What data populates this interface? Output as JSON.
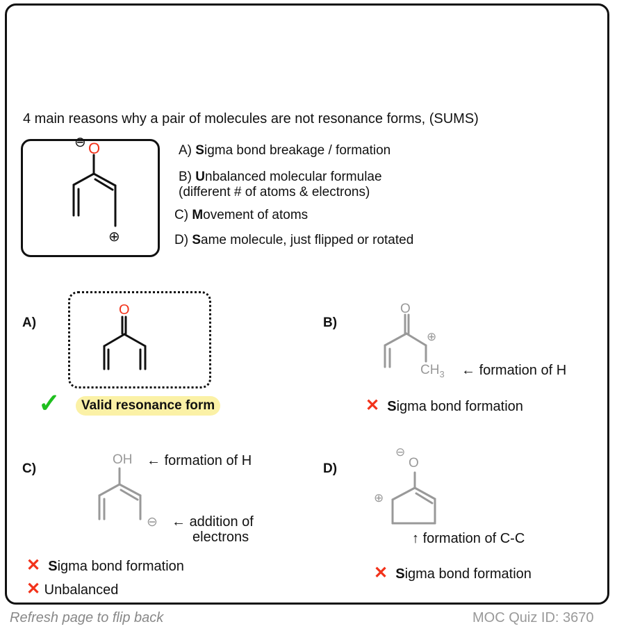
{
  "intro": {
    "title": "4 main reasons why a pair of molecules are not resonance forms, (SUMS)"
  },
  "question_molecule": {
    "atom_label": "O",
    "neg_charge": "⊖",
    "pos_charge": "⊕"
  },
  "reasons": [
    {
      "prefix": "A) ",
      "bold": "S",
      "rest": "igma bond breakage / formation"
    },
    {
      "prefix": "B) ",
      "bold": "U",
      "rest": "nbalanced molecular formulae",
      "line2": "(different  # of atoms & electrons)"
    },
    {
      "prefix": "C) ",
      "bold": "M",
      "rest": "ovement of atoms"
    },
    {
      "prefix": "D) ",
      "bold": "S",
      "rest": "ame molecule, just flipped or rotated"
    }
  ],
  "options": {
    "A": {
      "label": "A)",
      "atom_label": "O",
      "verdict_icon": "✓",
      "verdict": "Valid resonance form"
    },
    "B": {
      "label": "B)",
      "atom_label": "O",
      "group_label": "CH",
      "group_sub": "3",
      "pos_charge": "⊕",
      "annotation": "formation of H",
      "arrow": "←",
      "reasons": [
        {
          "icon": "✕",
          "bold": "S",
          "rest": "igma bond formation"
        }
      ]
    },
    "C": {
      "label": "C)",
      "atom_label": "OH",
      "neg_charge": "⊖",
      "annotation1": "formation of H",
      "annotation2_line1": "addition of",
      "annotation2_line2": "electrons",
      "arrow": "←",
      "reasons": [
        {
          "icon": "✕",
          "bold": "S",
          "rest": "igma bond formation"
        },
        {
          "icon": "✕",
          "bold": "",
          "rest": "Unbalanced"
        }
      ]
    },
    "D": {
      "label": "D)",
      "atom_label": "O",
      "neg_charge": "⊖",
      "pos_charge": "⊕",
      "annotation": "formation of C-C",
      "arrow": "↑",
      "reasons": [
        {
          "icon": "✕",
          "bold": "S",
          "rest": "igma bond formation"
        }
      ]
    }
  },
  "footer": {
    "left": "Refresh page to flip back",
    "right": "MOC Quiz ID: 3670"
  },
  "colors": {
    "oxygen": "#f2321a",
    "check": "#1fbf1f",
    "cross": "#f2321a",
    "highlight": "#fbf1a6",
    "faded": "#999999"
  }
}
